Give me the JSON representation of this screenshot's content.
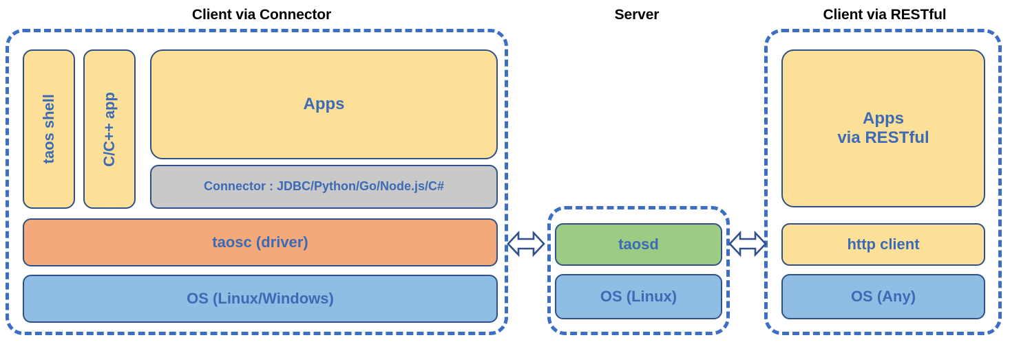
{
  "diagram": {
    "title_connector": "Client via Connector",
    "title_server": "Server",
    "title_restful": "Client via RESTful"
  },
  "colors": {
    "dashed_border": "#3b6ec4",
    "node_border": "#2e4f87",
    "text_blue": "#3c6ab4",
    "yellow": "#fce098",
    "orange": "#f4a97a",
    "blue": "#8fbde4",
    "green": "#9ccb83",
    "gray": "#c9c9c9",
    "title_black": "#000000"
  },
  "client_connector": {
    "taos_shell": "taos shell",
    "cpp_app": "C/C++ app",
    "apps": "Apps",
    "connector": "Connector : JDBC/Python/Go/Node.js/C#",
    "taosc": "taosc (driver)",
    "os": "OS (Linux/Windows)"
  },
  "server": {
    "taosd": "taosd",
    "os": "OS (Linux)"
  },
  "client_restful": {
    "apps": "Apps\nvia RESTful",
    "http_client": "http client",
    "os": "OS (Any)"
  },
  "arrows": {
    "left_label": "bidirectional-arrow",
    "right_label": "bidirectional-arrow"
  }
}
